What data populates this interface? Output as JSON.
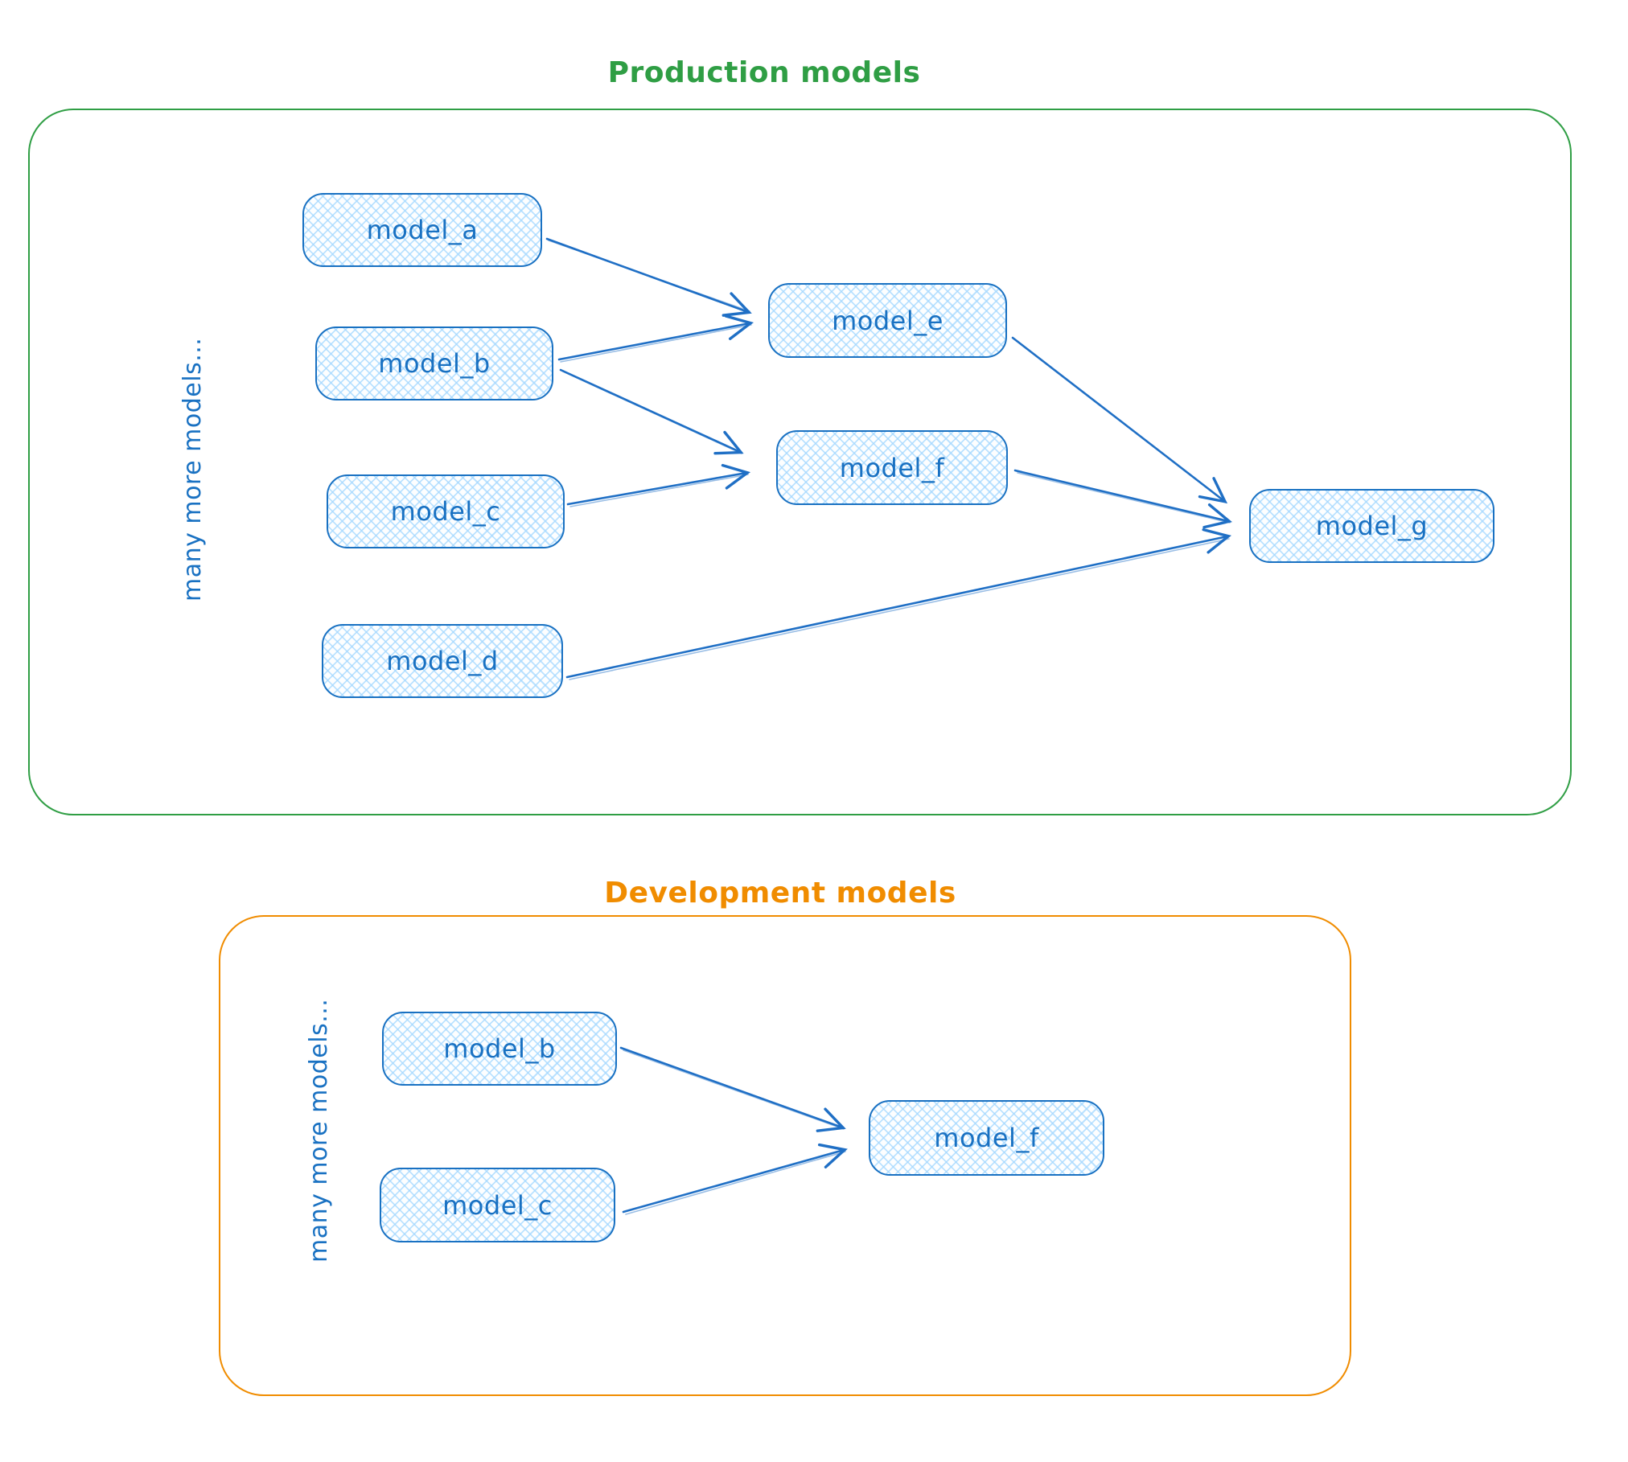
{
  "production": {
    "title": "Production models",
    "side_label": "many more models...",
    "nodes": [
      {
        "id": "model_a",
        "label": "model_a"
      },
      {
        "id": "model_b",
        "label": "model_b"
      },
      {
        "id": "model_c",
        "label": "model_c"
      },
      {
        "id": "model_d",
        "label": "model_d"
      },
      {
        "id": "model_e",
        "label": "model_e"
      },
      {
        "id": "model_f",
        "label": "model_f"
      },
      {
        "id": "model_g",
        "label": "model_g"
      }
    ],
    "edges": [
      {
        "from": "model_a",
        "to": "model_e"
      },
      {
        "from": "model_b",
        "to": "model_e"
      },
      {
        "from": "model_b",
        "to": "model_f"
      },
      {
        "from": "model_c",
        "to": "model_f"
      },
      {
        "from": "model_e",
        "to": "model_g"
      },
      {
        "from": "model_f",
        "to": "model_g"
      },
      {
        "from": "model_d",
        "to": "model_g"
      }
    ]
  },
  "development": {
    "title": "Development models",
    "side_label": "many more models...",
    "nodes": [
      {
        "id": "model_b",
        "label": "model_b"
      },
      {
        "id": "model_c",
        "label": "model_c"
      },
      {
        "id": "model_f",
        "label": "model_f"
      }
    ],
    "edges": [
      {
        "from": "model_b",
        "to": "model_f"
      },
      {
        "from": "model_c",
        "to": "model_f"
      }
    ]
  },
  "colors": {
    "node_stroke": "#1971c2",
    "node_text": "#1971c2",
    "node_fill_hatch": "#a5d8ff",
    "arrow": "#1f6fc5",
    "production_border": "#2f9e44",
    "production_title": "#2f9e44",
    "development_border": "#f08c00",
    "development_title": "#f08c00"
  }
}
